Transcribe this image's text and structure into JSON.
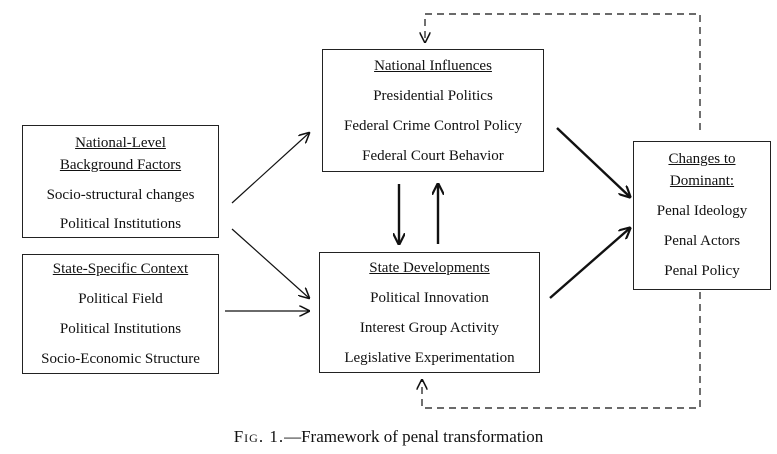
{
  "boxes": {
    "national_level": {
      "heading_1": "National-Level",
      "heading_2": "Background Factors",
      "items": [
        "Socio-structural changes",
        "Political Institutions"
      ]
    },
    "state_specific": {
      "heading": "State-Specific Context",
      "items": [
        "Political Field",
        "Political Institutions",
        "Socio-Economic Structure"
      ]
    },
    "national_influences": {
      "heading": "National Influences",
      "items": [
        "Presidential Politics",
        "Federal Crime Control Policy",
        "Federal Court Behavior"
      ]
    },
    "state_developments": {
      "heading": "State Developments",
      "items": [
        "Political Innovation",
        "Interest Group Activity",
        "Legislative  Experimentation"
      ]
    },
    "changes": {
      "heading_1": "Changes to",
      "heading_2": "Dominant:",
      "items": [
        "Penal Ideology",
        "Penal Actors",
        "Penal Policy"
      ]
    }
  },
  "caption": {
    "label": "Fig. 1.",
    "text": "—Framework of penal transformation"
  },
  "colors": {
    "line": "#111111",
    "border": "#222222"
  }
}
